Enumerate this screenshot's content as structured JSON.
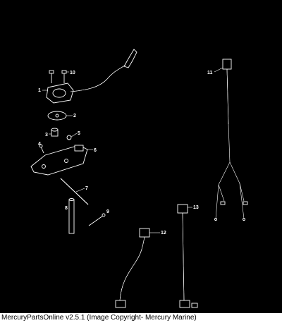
{
  "callouts": [
    "1",
    "2",
    "3",
    "4",
    "5",
    "6",
    "7",
    "8",
    "9",
    "10",
    "11",
    "12",
    "13"
  ],
  "footer": {
    "caption": "MercuryPartsOnline v2.5.1 (Image Copyright- Mercury Marine)"
  }
}
